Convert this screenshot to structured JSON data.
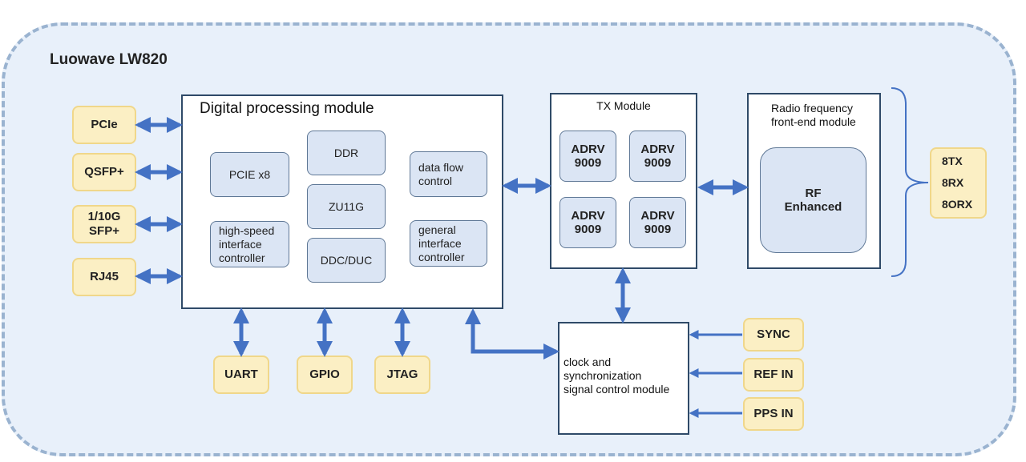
{
  "diagram": {
    "title": "Luowave LW820",
    "digital_module": {
      "title": "Digital processing module",
      "blocks": {
        "pcie": "PCIE x8",
        "ddr": "DDR",
        "zu11g": "ZU11G",
        "ddc_duc": "DDC/DUC",
        "data_flow": "data flow\ncontrol",
        "hs_interface": "high-speed\ninterface\ncontroller",
        "gen_interface": "general\ninterface\ncontroller"
      }
    },
    "tx_module": {
      "title": "TX Module",
      "chips": [
        "ADRV\n9009",
        "ADRV\n9009",
        "ADRV\n9009",
        "ADRV\n9009"
      ]
    },
    "rf_module": {
      "title": "Radio frequency\nfront-end module",
      "inner": "RF\nEnhanced"
    },
    "rf_outputs": [
      "8TX",
      "8RX",
      "8ORX"
    ],
    "clock_module": {
      "title": "clock and\nsynchronization\nsignal control module"
    },
    "left_interfaces": [
      "PCIe",
      "QSFP+",
      "1/10G\nSFP+",
      "RJ45"
    ],
    "bottom_interfaces": [
      "UART",
      "GPIO",
      "JTAG"
    ],
    "clock_inputs": [
      "SYNC",
      "REF IN",
      "PPS IN"
    ],
    "colors": {
      "background": "#e8f0fa",
      "outer_dashed_border": "#9ab3d0",
      "module_border": "#2f4a68",
      "block_fill": "#dbe5f4",
      "interface_fill": "#fbefc4",
      "interface_border": "#f0d78a",
      "arrow": "#4472c4"
    }
  }
}
